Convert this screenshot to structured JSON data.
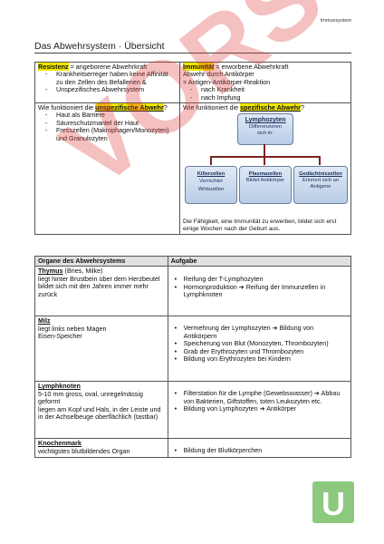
{
  "header": {
    "topic": "Immunsystem",
    "title": "Das Abwehrsystem · Übersicht"
  },
  "table1": {
    "resistenz": {
      "term": "Resistenz",
      "def": " = angeborene Abwehrkraft",
      "items": [
        "Krankheitserreger haben keine Affinität zu den Zellen des Befallenen &",
        "Unspezifisches Abwehrsystem"
      ]
    },
    "immunitaet": {
      "term": "Immunität",
      "def": " = erworbene Abwehrkraft",
      "lines": [
        "Abwehr durch Antikörper",
        "= Antigen-Antikörper-Reaktion"
      ],
      "items": [
        "nach Krankheit",
        "nach Impfung"
      ]
    },
    "unspez": {
      "q_pre": "Wie funktioniert die ",
      "q_hl": "unspezifische Abwehr",
      "q_post": "?",
      "items": [
        "Haut als Barriere",
        "Säureschutzmantel der Haut",
        "Fresszellen (Makrophagen/Monozyten) und Granulozyten"
      ]
    },
    "spez": {
      "q_pre": "Wie funktioniert die ",
      "q_hl": "spezifische Abwehr",
      "q_post": "?",
      "lymph_title": "Lymphozyten",
      "lymph_sub": "Differenzieren sich in:",
      "boxes": [
        {
          "title": "Killerzellen",
          "text": "Vernichtet Wirtszellen"
        },
        {
          "title": "Plasmazellen",
          "text": "Bildet Antikörper"
        },
        {
          "title": "Gedächtniszellen",
          "text": "Erinnert sich an Antigene"
        }
      ],
      "note": "Die Fähigkeit, eine Immunität zu erwerben, bildet sich erst einige Wochen nach der Geburt aus."
    }
  },
  "table2": {
    "col1": "Organe des Abwehrsystems",
    "col2": "Aufgabe",
    "rows": [
      {
        "name": "Thymus",
        "suffix": " (Bries, Milke)",
        "desc": [
          "liegt hinter Brustbein über dem Herzbeutel",
          "bildet sich mit den Jahren immer mehr zurück"
        ],
        "tasks": [
          "Reifung der T-Lymphozyten",
          "Hormonproduktion ➔ Reifung der Immunzellen in Lymphknoten"
        ]
      },
      {
        "name": "Milz",
        "suffix": "",
        "desc": [
          "liegt links neben Magen",
          "Eisen-Speicher"
        ],
        "tasks": [
          "Vermehrung der Lymphozyten ➔ Bildung von Antikörpern",
          "Speicherung von Blut (Monozyten, Thrombozyten)",
          "Grab der Erythrozyten und Thrombozyten",
          "Bildung von Erythrozyten bei Kindern"
        ]
      },
      {
        "name": "Lymphknoten",
        "suffix": "",
        "desc": [
          "5-10 mm gross, oval, unregelmässig geformt",
          "liegen am Kopf und Hals, in der Leiste und in der Achselbeuge oberflächlich (tastbar)"
        ],
        "tasks": [
          "Filterstation für die Lymphe (Gewebswasser) ➔ Abbau von Bakterien, Giftstoffen, toten Leukozyten etc.",
          "Bildung von Lymphozyten ➔ Antikörper"
        ]
      },
      {
        "name": "Knochenmark",
        "suffix": "",
        "desc": [
          "wichtigstes blutbildendes Organ"
        ],
        "tasks": [
          "Bildung der Blutkörperchen"
        ]
      }
    ]
  },
  "watermark": "VORSCHAU",
  "logo": "U"
}
